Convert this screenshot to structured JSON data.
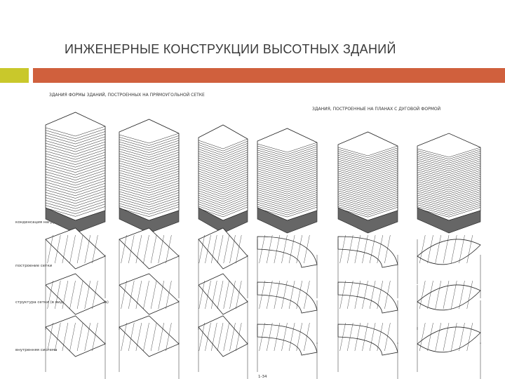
{
  "slide": {
    "title": "ИНЖЕНЕРНЫЕ КОНСТРУКЦИИ ВЫСОТНЫХ ЗДАНИЙ"
  },
  "figure": {
    "caption_left": "ЗДАНИЯ ФОРМЫ ЗДАНИЙ, ПОСТРОЕННЫХ НА ПРЯМОУГОЛЬНОЙ СЕТКЕ",
    "caption_right": "ЗДАНИЯ, ПОСТРОЕННЫЕ НА ПЛАНАХ С ДУГОВОЙ ФОРМОЙ",
    "row_labels": [
      "конденсация нагрузок",
      "построение сетки",
      "структура сетки (в виде ребристого каркаса)",
      "внутренняя система"
    ],
    "footer_mark": "1-34",
    "colors": {
      "accent_yellow": "#c9c82b",
      "accent_orange": "#d0603d",
      "ink": "#222222",
      "band": "#666666"
    }
  }
}
